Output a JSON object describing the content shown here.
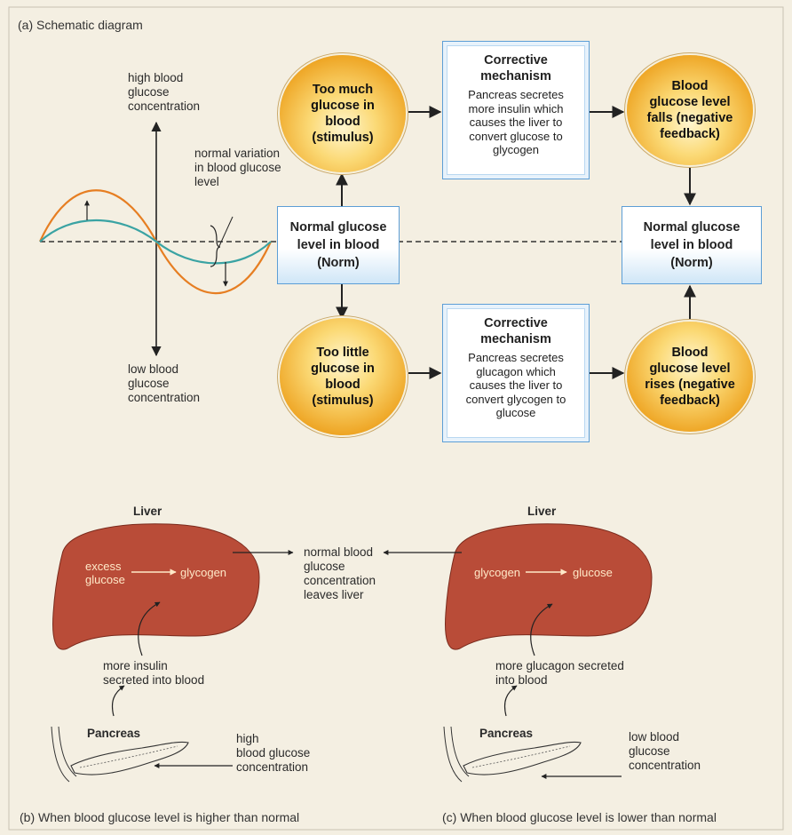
{
  "panel_a": {
    "caption": "(a) Schematic diagram",
    "graph": {
      "high_label": "high blood\nglucose\nconcentration",
      "low_label": "low blood\nglucose\nconcentration",
      "variation_label": "normal variation\nin blood glucose\nlevel"
    },
    "norm_left": "Normal glucose\nlevel in blood\n(Norm)",
    "norm_right": "Normal glucose\nlevel in blood\n(Norm)",
    "stim_high": "Too much\nglucose in\nblood\n(stimulus)",
    "stim_low": "Too little\nglucose in\nblood\n(stimulus)",
    "corr_high": {
      "title": "Corrective\nmechanism",
      "body": "Pancreas secretes\nmore insulin which\ncauses the liver to\nconvert glucose to\nglycogen"
    },
    "corr_low": {
      "title": "Corrective\nmechanism",
      "body": "Pancreas secretes\nglucagon which\ncauses the liver to\nconvert glycogen to\nglucose"
    },
    "result_high": "Blood\nglucose level\nfalls (negative\nfeedback)",
    "result_low": "Blood\nglucose level\nrises (negative\nfeedback)"
  },
  "panel_b": {
    "liver_label": "Liver",
    "excess": "excess\nglucose",
    "glycogen": "glycogen",
    "insulin": "more insulin\nsecreted into blood",
    "pancreas": "Pancreas",
    "stimulus": "high\nblood glucose\nconcentration",
    "caption": "(b) When blood glucose level is higher than normal"
  },
  "center_label": "normal blood\nglucose\nconcentration\nleaves liver",
  "panel_c": {
    "liver_label": "Liver",
    "glycogen": "glycogen",
    "glucose": "glucose",
    "glucagon": "more glucagon secreted\ninto blood",
    "pancreas": "Pancreas",
    "stimulus": "low blood\nglucose\nconcentration",
    "caption": "(c) When blood glucose level is lower than normal"
  },
  "colors": {
    "oval_orange": "#eea524",
    "box_border": "#5c9ed6",
    "liver": "#b94c38",
    "curve_orange": "#e67e22",
    "curve_teal": "#3aa3a3"
  }
}
